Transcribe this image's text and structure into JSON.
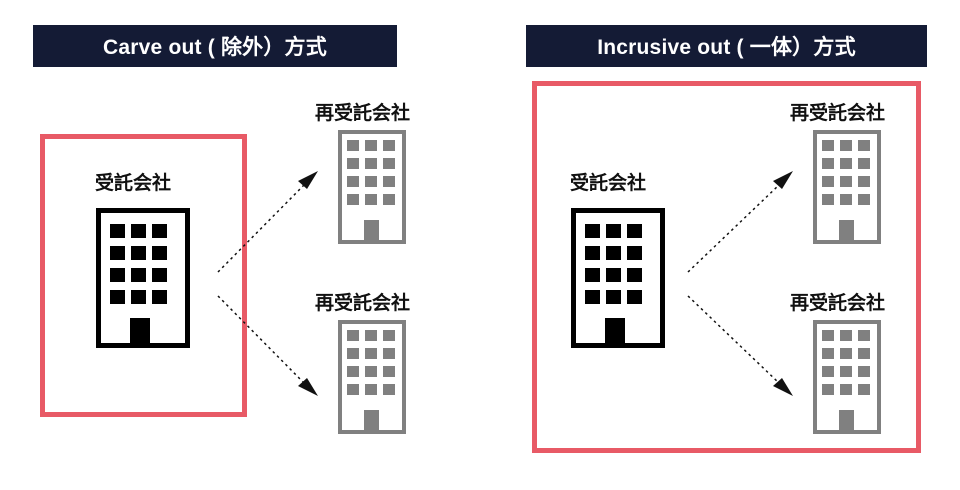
{
  "panels": {
    "left": {
      "title": "Carve out ( 除外）方式",
      "consigned_label": "受託会社",
      "subcontractor_labels": [
        "再受託会社",
        "再受託会社"
      ]
    },
    "right": {
      "title": "Incrusive out ( 一体）方式",
      "consigned_label": "受託会社",
      "subcontractor_labels": [
        "再受託会社",
        "再受託会社"
      ]
    }
  },
  "colors": {
    "header_bg": "#141b35",
    "header_text": "#ffffff",
    "frame_border": "#e85a66",
    "main_building": "#000000",
    "sub_building": "#808080",
    "arrow": "#111111"
  },
  "icons": {
    "main_building": "office-building-icon",
    "sub_building": "office-building-icon",
    "arrow": "dotted-arrow"
  }
}
